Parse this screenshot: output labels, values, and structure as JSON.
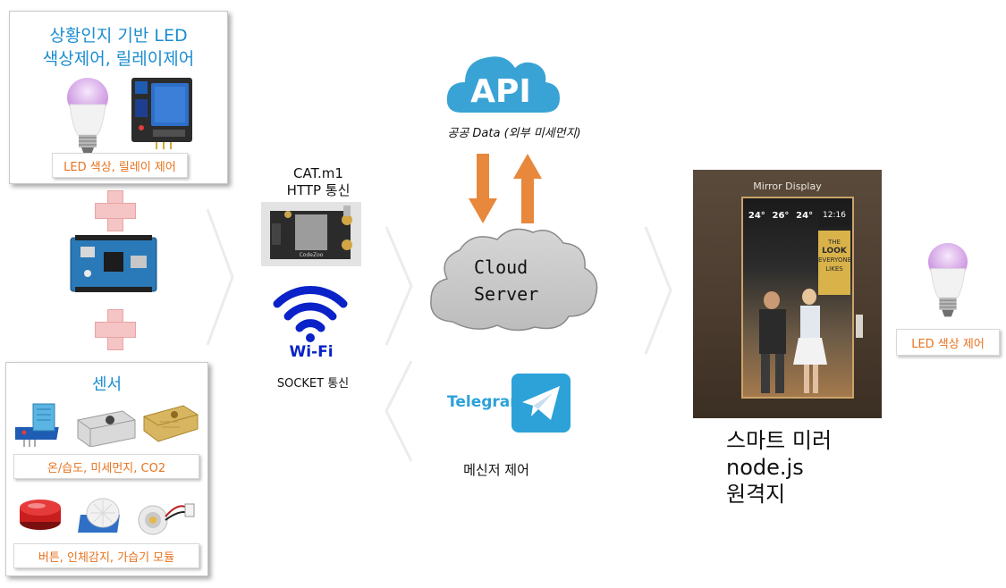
{
  "left": {
    "top_panel": {
      "title_line1": "상황인지 기반 LED",
      "title_line2": "색상제어, 릴레이제어",
      "tag": "LED 색상, 릴레이 제어"
    },
    "sensor_panel": {
      "title": "센서",
      "tag1": "온/습도, 미세먼지, CO2",
      "tag2": "버튼, 인체감지, 가습기 모듈"
    }
  },
  "comm": {
    "catm1_line1": "CAT.m1",
    "catm1_line2": "HTTP 통신",
    "board_label": "CodeZoo",
    "wifi_label": "Wi-Fi",
    "socket_label": "SOCKET 통신"
  },
  "cloud": {
    "api_label": "API",
    "api_caption": "공공 Data (외부 미세먼지)",
    "server_line1": "Cloud",
    "server_line2": "Server",
    "telegram_label": "Telegram",
    "messenger_caption": "메신저 제어"
  },
  "mirror": {
    "display_label": "Mirror Display",
    "temps": [
      "24°",
      "26°",
      "24°"
    ],
    "clock": "12:16",
    "ad_line1": "THE",
    "ad_line2": "LOOK",
    "ad_line3": "EVERYONE",
    "ad_line4": "LIKES",
    "caption_line1": "스마트 미러",
    "caption_line2": "node.js",
    "caption_line3": "원격지"
  },
  "right": {
    "tag": "LED 색상 제어"
  },
  "colors": {
    "blue_title": "#1b8dd0",
    "orange_text": "#e8731e",
    "wifi_blue": "#0a22c8",
    "api_cloud": "#3aa3d6",
    "arrow_orange": "#e7883d",
    "telegram_blue": "#2ca2d9"
  }
}
